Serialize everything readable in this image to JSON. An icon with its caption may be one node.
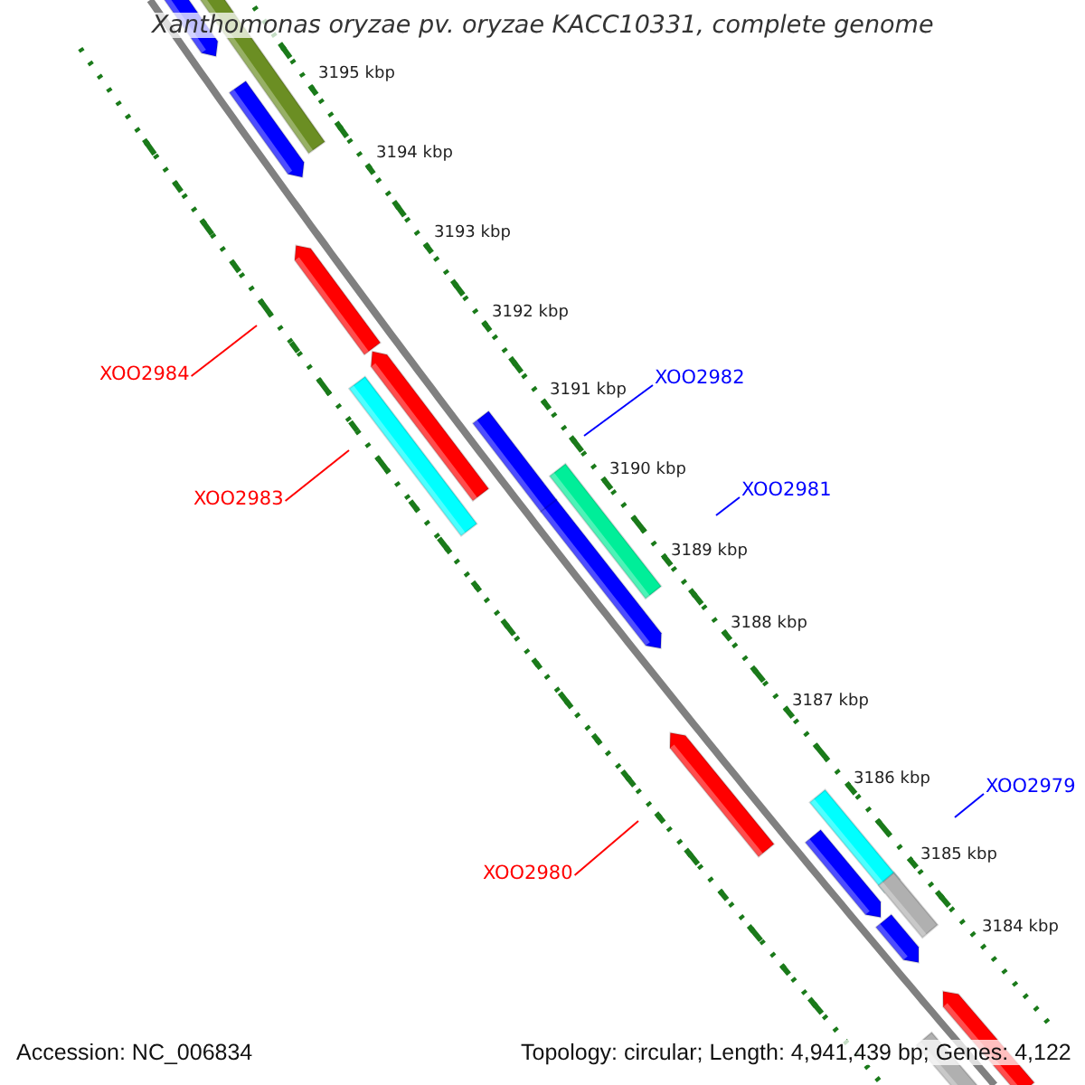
{
  "diagram": {
    "title": "Xanthomonas oryzae pv. oryzae KACC10331, complete genome",
    "nodes": [
      {
        "text": [
          "XOO2984"
        ]
      },
      {
        "text": [
          "XOO2983"
        ]
      },
      {
        "text": [
          "XOO2982"
        ]
      },
      {
        "text": [
          "XOO2981"
        ]
      },
      {
        "text": [
          "XOO2980"
        ]
      },
      {
        "text": [
          "XOO2979"
        ]
      }
    ],
    "edges": [
      {
        "from": 0,
        "to": null,
        "arrow": "none",
        "color": "#ff0000"
      },
      {
        "from": 1,
        "to": null,
        "arrow": "none",
        "color": "#ff0000"
      },
      {
        "from": 2,
        "to": null,
        "arrow": "none",
        "color": "#0000ff"
      },
      {
        "from": 3,
        "to": null,
        "arrow": "none",
        "color": "#0000ff"
      },
      {
        "from": 4,
        "to": null,
        "arrow": "none",
        "color": "#ff0000"
      },
      {
        "from": 5,
        "to": null,
        "arrow": "none",
        "color": "#0000ff"
      }
    ],
    "labels": [
      "3195 kbp",
      "3194 kbp",
      "3193 kbp",
      "3192 kbp",
      "3191 kbp",
      "3190 kbp",
      "3189 kbp",
      "3188 kbp",
      "3187 kbp",
      "3186 kbp",
      "3185 kbp",
      "3184 kbp",
      "Accession: NC_006834",
      "Topology: circular; Length: 4,941,439 bp; Genes: 4,122"
    ]
  }
}
